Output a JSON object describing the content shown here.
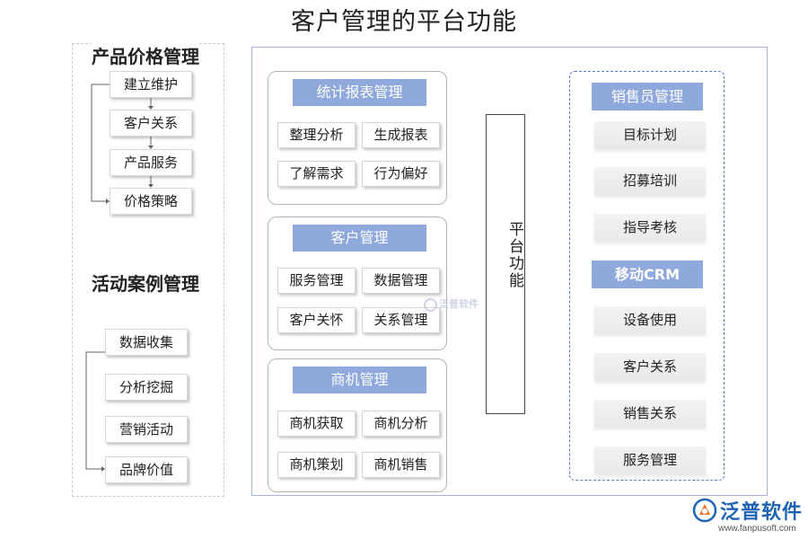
{
  "title": "客户管理的平台功能",
  "left": {
    "section1": {
      "title": "产品价格管理",
      "items": [
        "建立维护",
        "客户关系",
        "产品服务",
        "价格策略"
      ]
    },
    "section2": {
      "title": "活动案例管理",
      "items": [
        "数据收集",
        "分析挖掘",
        "营销活动",
        "品牌价值"
      ]
    }
  },
  "middle": {
    "groups": [
      {
        "title": "统计报表管理",
        "items": [
          "整理分析",
          "生成报表",
          "了解需求",
          "行为偏好"
        ]
      },
      {
        "title": "客户管理",
        "items": [
          "服务管理",
          "数据管理",
          "客户关怀",
          "关系管理"
        ]
      },
      {
        "title": "商机管理",
        "items": [
          "商机获取",
          "商机分析",
          "商机策划",
          "商机销售"
        ]
      }
    ]
  },
  "platform": {
    "label": "平台功能"
  },
  "right": {
    "section1": {
      "title": "销售员管理",
      "items": [
        "目标计划",
        "招募培训",
        "指导考核"
      ]
    },
    "section2": {
      "title": "移动CRM",
      "items": [
        "设备使用",
        "客户关系",
        "销售关系",
        "服务管理"
      ]
    }
  },
  "watermark": {
    "text": "泛普软件"
  },
  "logo": {
    "name": "泛普软件",
    "url": "www.fanpusoft.com"
  },
  "colors": {
    "header_blue": "#8fa9dc",
    "frame_blue": "#a9b3da",
    "logo_blue": "#1f63b5"
  }
}
